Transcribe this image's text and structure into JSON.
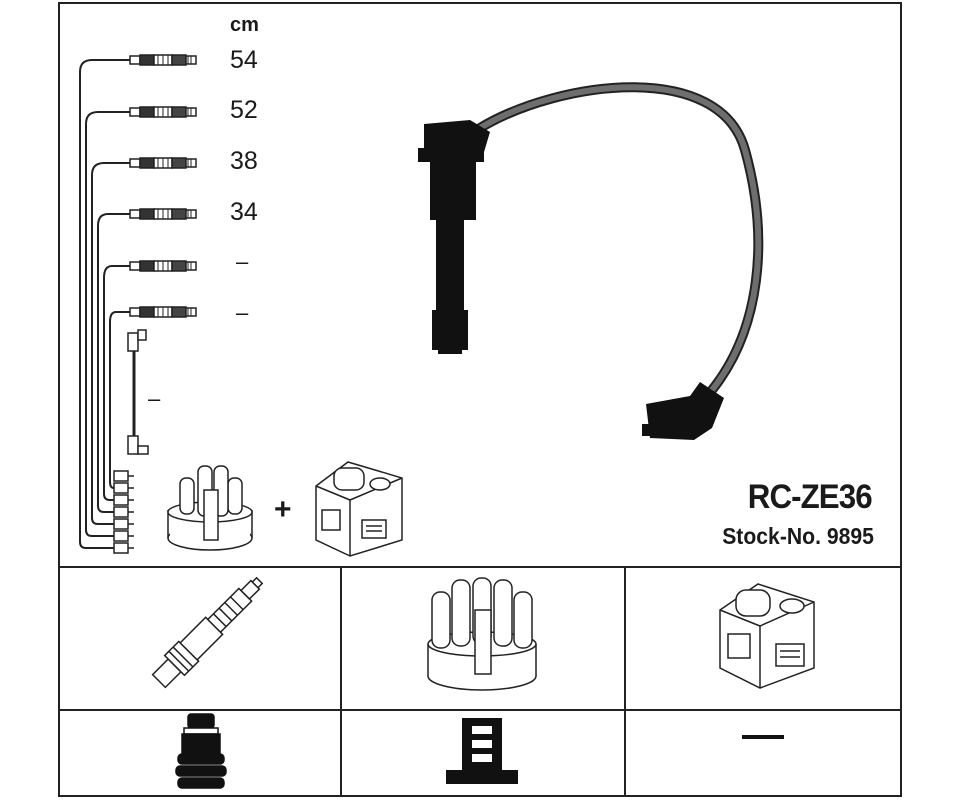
{
  "product": {
    "code": "RC-ZE36",
    "stock_number": "Stock-No. 9895"
  },
  "cable_lengths": {
    "unit": "cm",
    "rows": [
      "54",
      "52",
      "38",
      "34",
      "–",
      "–"
    ],
    "coil_lead": "–"
  },
  "kit_contents": {
    "plus_sign": "+"
  },
  "compatibility_grid": {
    "ignition_module_cell": "—"
  },
  "colors": {
    "line": "#222222",
    "cable_grey": "#6e6e6e",
    "boot_black": "#111111"
  }
}
